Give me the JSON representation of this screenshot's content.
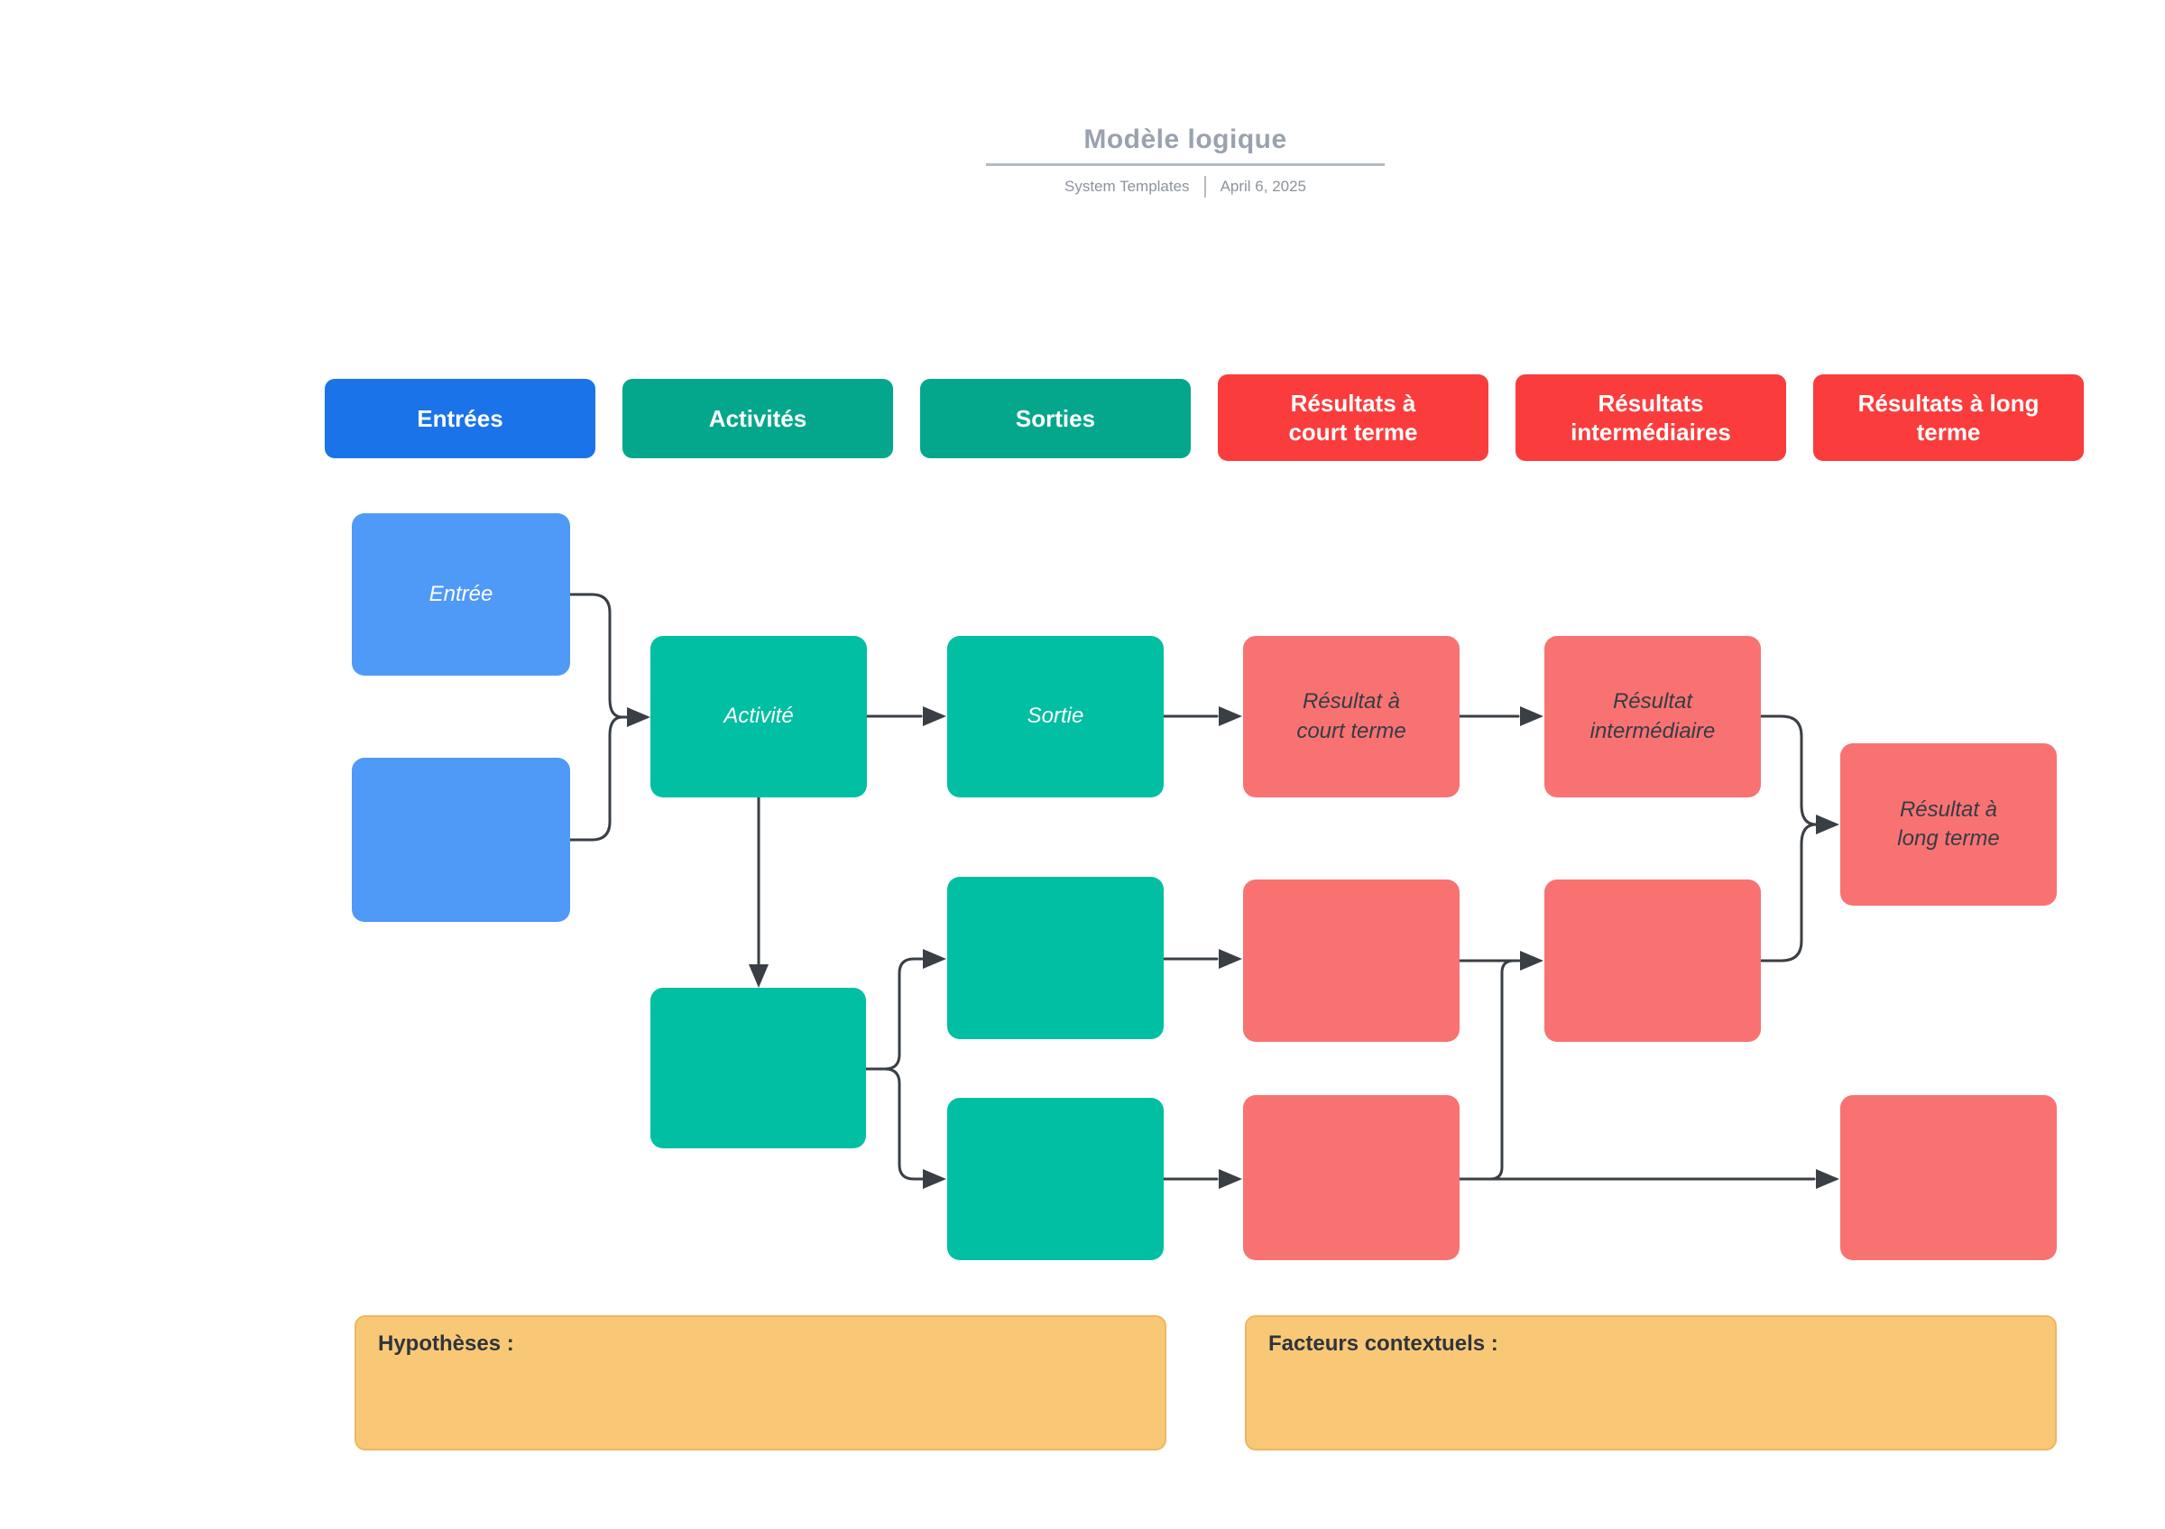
{
  "title_block": {
    "title": "Modèle logique",
    "meta_left": "System Templates",
    "meta_right": "April 6, 2025"
  },
  "headers": [
    {
      "id": "entrees",
      "label": "Entrées",
      "variant": "blue"
    },
    {
      "id": "activites",
      "label": "Activités",
      "variant": "teal"
    },
    {
      "id": "sorties",
      "label": "Sorties",
      "variant": "teal"
    },
    {
      "id": "resultats-court-terme",
      "label": "Résultats à\ncourt terme",
      "variant": "red"
    },
    {
      "id": "resultats-intermediaires",
      "label": "Résultats\nintermédiaires",
      "variant": "red"
    },
    {
      "id": "resultats-long-terme",
      "label": "Résultats à long\nterme",
      "variant": "red"
    }
  ],
  "nodes": {
    "entree": {
      "label": "Entrée"
    },
    "entree_blank": {
      "label": ""
    },
    "activite": {
      "label": "Activité"
    },
    "activite_blank": {
      "label": ""
    },
    "sortie": {
      "label": "Sortie"
    },
    "sortie_blank_1": {
      "label": ""
    },
    "sortie_blank_2": {
      "label": ""
    },
    "resultat_court_terme": {
      "label": "Résultat à\ncourt terme"
    },
    "resultat_court_blank_1": {
      "label": ""
    },
    "resultat_court_blank_2": {
      "label": ""
    },
    "resultat_intermediaire": {
      "label": "Résultat\nintermédiaire"
    },
    "resultat_intermediaire_blank": {
      "label": ""
    },
    "resultat_long_terme": {
      "label": "Résultat à\nlong terme"
    },
    "resultat_long_blank": {
      "label": ""
    }
  },
  "notes": {
    "hypotheses": "Hypothèses :",
    "contextual_factors": "Facteurs contextuels :"
  },
  "colors": {
    "blue_header": "#1a73e8",
    "blue_node": "#4f99f7",
    "teal_header": "#05a78c",
    "teal_node": "#00bfa3",
    "red_header": "#fb3c3c",
    "red_node": "#f97272",
    "yellow_note": "#f8c876",
    "arrow": "#3a3f45",
    "node_dark_text": "#353c44",
    "title_gray": "#9aa2ae",
    "meta_gray": "#8c939d",
    "rule_gray": "#b3bac3"
  }
}
